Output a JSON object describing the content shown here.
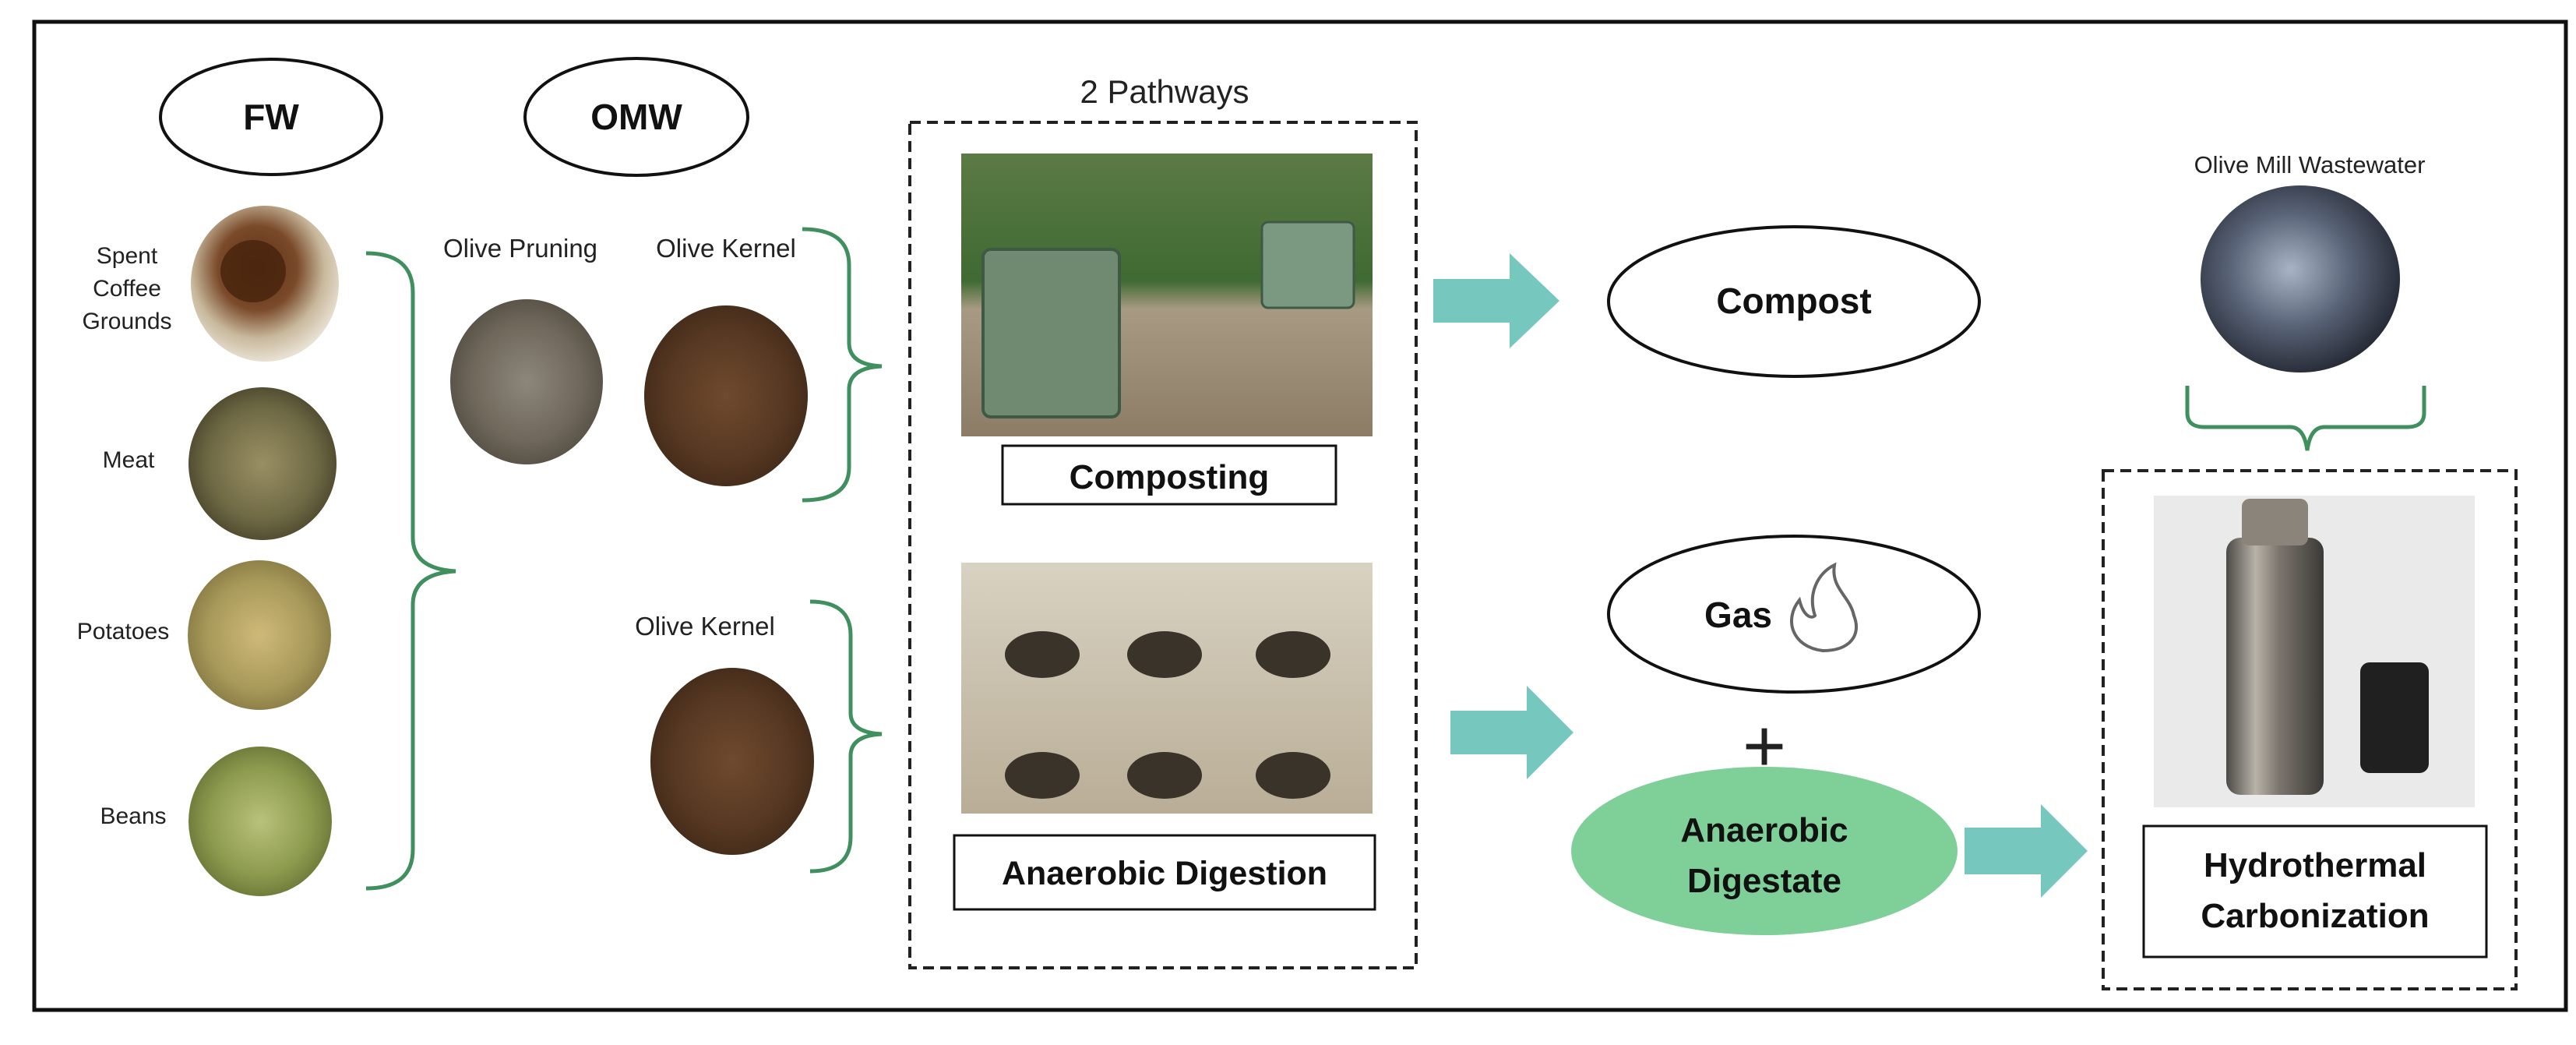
{
  "header": {
    "pathways_title": "2 Pathways"
  },
  "categories": {
    "fw": "FW",
    "omw": "OMW"
  },
  "fw_items": [
    "Spent Coffee Grounds",
    "Meat",
    "Potatoes",
    "Beans"
  ],
  "omw_items": {
    "olive_pruning": "Olive Pruning",
    "olive_kernel_top": "Olive Kernel",
    "olive_kernel_bottom": "Olive Kernel"
  },
  "processes": {
    "composting": "Composting",
    "anaerobic_digestion": "Anaerobic Digestion",
    "hydrothermal_carbonization": "Hydrothermal Carbonization"
  },
  "outputs": {
    "compost": "Compost",
    "gas": "Gas",
    "plus": "+",
    "anaerobic_digestate": "Anaerobic Digestate"
  },
  "extra_input": {
    "olive_mill_wastewater": "Olive Mill Wastewater"
  },
  "colors": {
    "arrow": "#76c8bf",
    "brace": "#3f8f5f",
    "digestate_fill": "#7fcf99",
    "frame": "#111111"
  },
  "icons": {
    "flame": "flame-icon"
  }
}
